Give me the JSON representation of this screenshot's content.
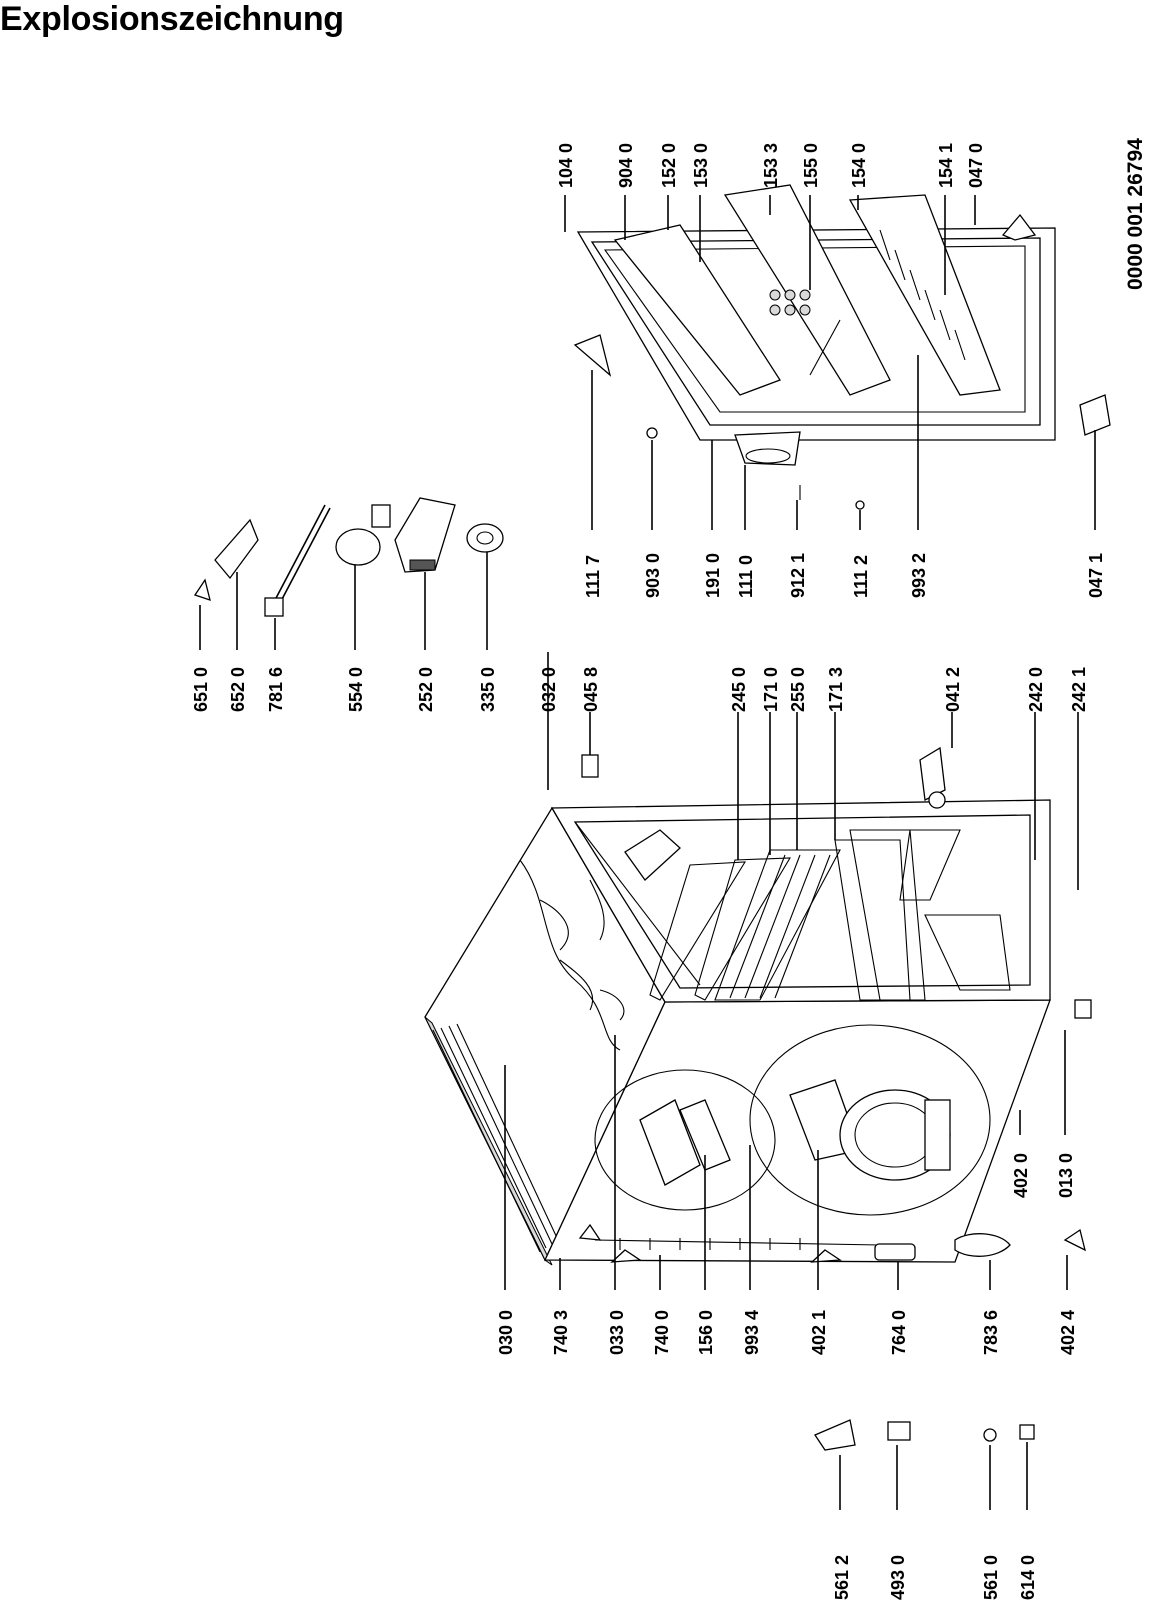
{
  "title": "Explosionszeichnung",
  "drawing_number": "0000 001 26794",
  "part_labels": [
    "030 0",
    "740 3",
    "033 0",
    "740 0",
    "156 0",
    "993 4",
    "402 1",
    "764 0",
    "783 6",
    "402 4",
    "402 0",
    "013 0",
    "561 2",
    "493 0",
    "561 0",
    "614 0",
    "651 0",
    "652 0",
    "781 6",
    "554 0",
    "252 0",
    "335 0",
    "032 0",
    "045 8",
    "245 0",
    "171 0",
    "255 0",
    "171 3",
    "041 2",
    "242 0",
    "242 1",
    "111 7",
    "903 0",
    "191 0",
    "111 0",
    "912 1",
    "111 2",
    "993 2",
    "047 1",
    "104 0",
    "904 0",
    "152 0",
    "153 0",
    "153 3",
    "155 0",
    "154 0",
    "154 1",
    "047 0"
  ]
}
